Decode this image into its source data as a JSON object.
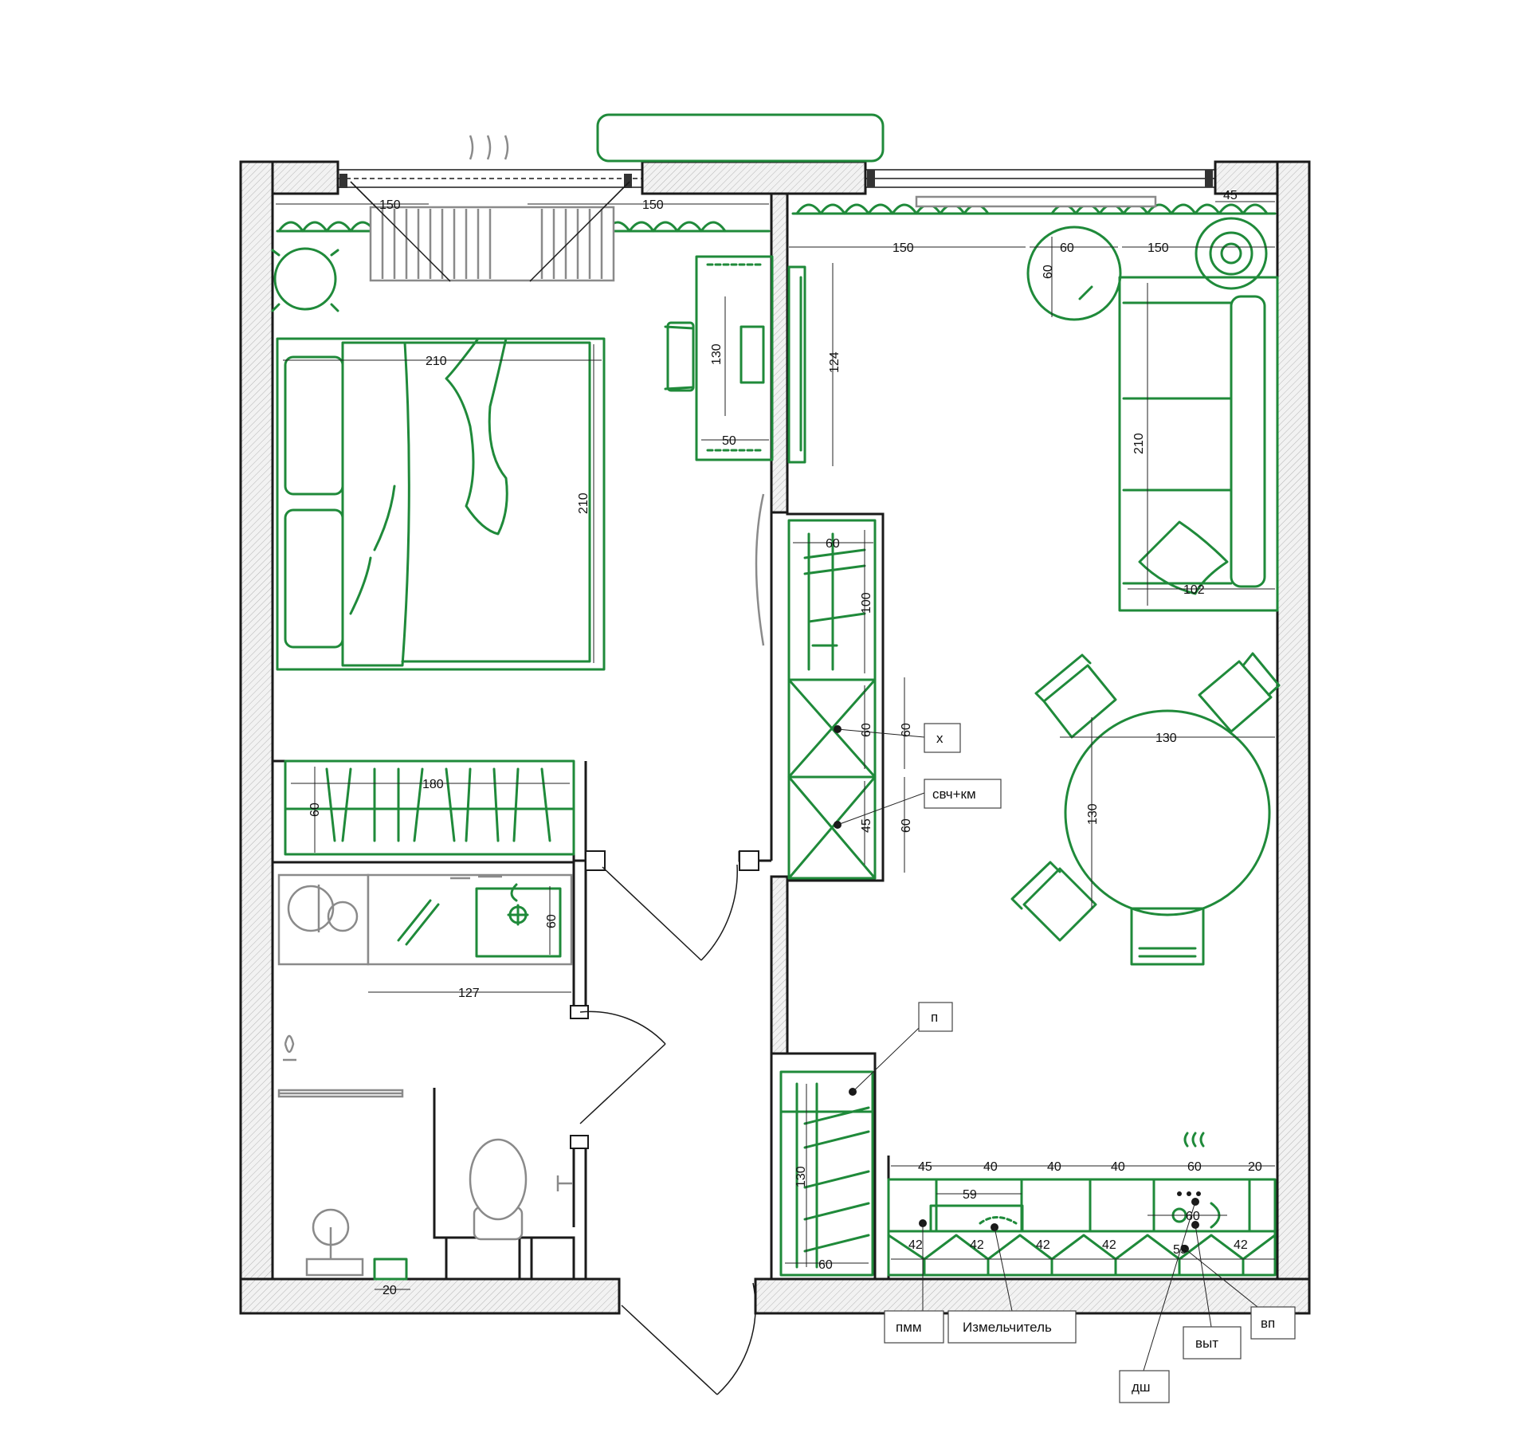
{
  "colors": {
    "furniture": "#1f8a3a",
    "walls": "#1a1a1a",
    "fixtures": "#8a8a8a"
  },
  "dimensions": {
    "bedroom_window_left": "150",
    "bedroom_window_right": "150",
    "living_window_right_gap": "45",
    "living_left_width": "150",
    "round_table_small": "60",
    "round_table_small_v": "60",
    "living_right_width": "150",
    "desk_height": "130",
    "desk_width": "50",
    "tv_length": "124",
    "bed_width": "210",
    "bed_length": "210",
    "sofa_length": "210",
    "sofa_depth": "102",
    "wardrobe_hall_width": "60",
    "wardrobe_hall_height": "100",
    "cab_x_60a": "60",
    "cab_x_60b": "60",
    "cab_mw_45": "45",
    "cab_mw_60": "60",
    "bedroom_closet_width": "180",
    "bedroom_closet_depth": "60",
    "dining_table_width": "130",
    "dining_table_height": "130",
    "bath_vanity_depth": "60",
    "bath_length": "127",
    "bath_bottom_gap": "20",
    "hall_closet_height": "130",
    "hall_closet_depth": "60",
    "kitchen_top": [
      "45",
      "40",
      "40",
      "40",
      "60",
      "20"
    ],
    "kitchen_sink_width": "59",
    "kitchen_oven": "60",
    "kitchen_bottom": [
      "42",
      "42",
      "42",
      "42",
      "59",
      "42"
    ]
  },
  "labels": {
    "x": "х",
    "mw": "свч+км",
    "p": "п",
    "pmm": "пмм",
    "disposer": "Измельчитель",
    "dsh": "дш",
    "vyt": "выт",
    "vp": "вп"
  }
}
